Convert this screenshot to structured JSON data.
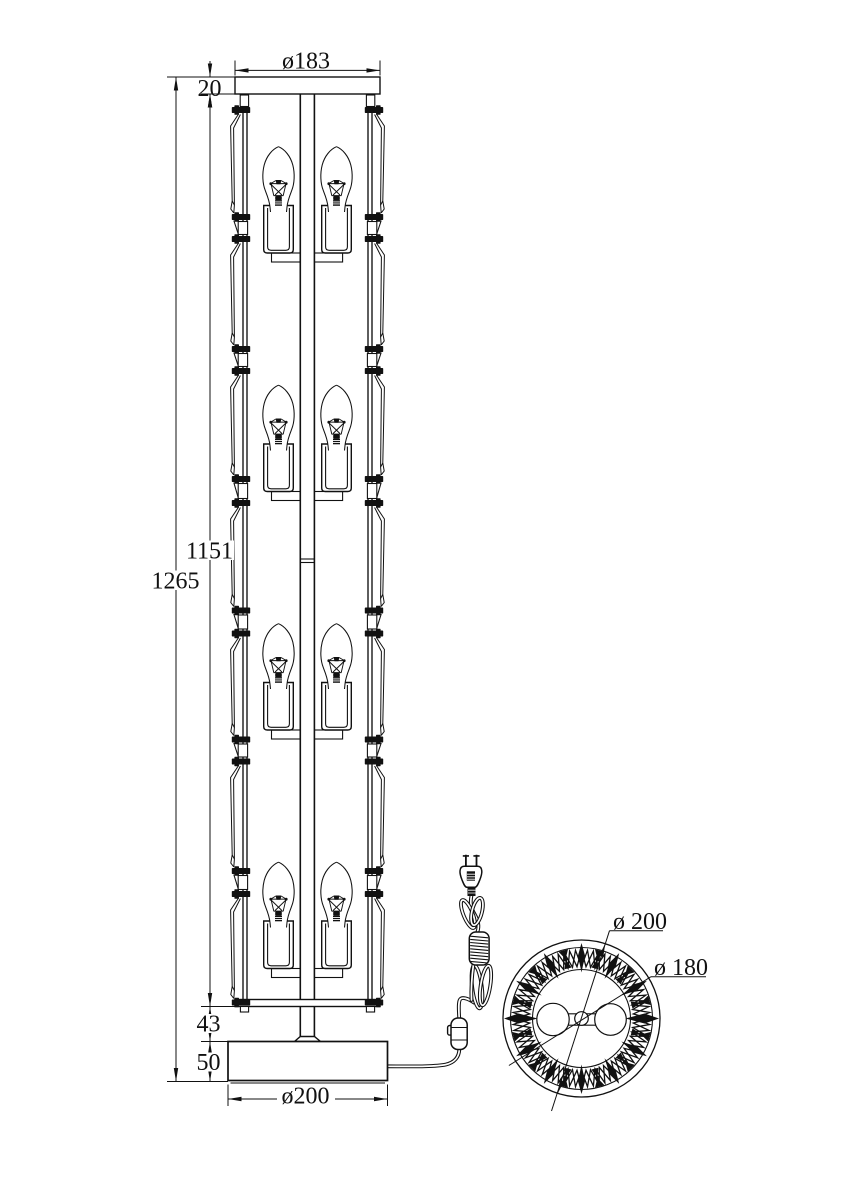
{
  "page": {
    "background": "#ffffff",
    "ink": "#111111"
  },
  "drawing": {
    "kind": "technical dimension drawing",
    "subject": "8-light crystal floor lamp, front elevation and plan view",
    "front_view": {
      "bulb_levels": 4,
      "bulbs_per_level": 2,
      "dimensions": {
        "top_plate_diameter": "ø183",
        "top_plate_thickness": "20",
        "body_height": "1151",
        "total_height": "1265",
        "stem_height": "43",
        "base_height": "50",
        "base_diameter": "ø200"
      }
    },
    "plan_view": {
      "dimensions": {
        "outer_diameter": "ø 200",
        "crystal_ring_diameter": "ø 180"
      }
    }
  }
}
